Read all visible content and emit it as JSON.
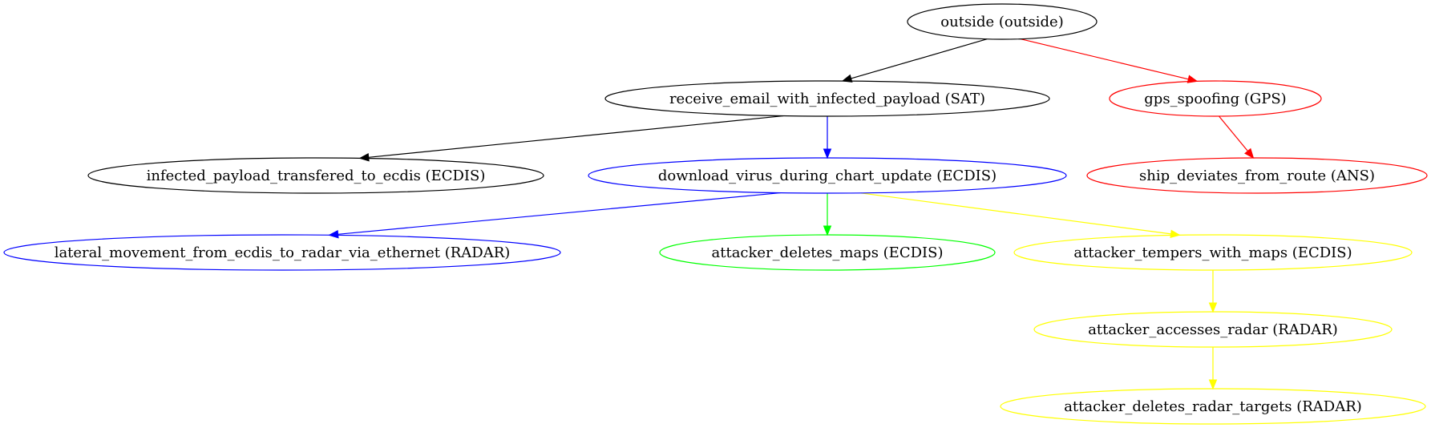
{
  "colors": {
    "black": "#000000",
    "red": "#ff0000",
    "blue": "#0000ff",
    "green": "#00ff00",
    "yellow": "#ffff00"
  },
  "nodes": [
    {
      "id": "outside",
      "label": "outside (outside)",
      "color": "black"
    },
    {
      "id": "receive_email",
      "label": "receive_email_with_infected_payload (SAT)",
      "color": "black"
    },
    {
      "id": "gps_spoofing",
      "label": "gps_spoofing (GPS)",
      "color": "red"
    },
    {
      "id": "infected_payload",
      "label": "infected_payload_transfered_to_ecdis (ECDIS)",
      "color": "black"
    },
    {
      "id": "download_virus",
      "label": "download_virus_during_chart_update (ECDIS)",
      "color": "blue"
    },
    {
      "id": "ship_deviates",
      "label": "ship_deviates_from_route (ANS)",
      "color": "red"
    },
    {
      "id": "lateral_movement",
      "label": "lateral_movement_from_ecdis_to_radar_via_ethernet (RADAR)",
      "color": "blue"
    },
    {
      "id": "attacker_deletes_maps",
      "label": "attacker_deletes_maps (ECDIS)",
      "color": "green"
    },
    {
      "id": "attacker_tempers_maps",
      "label": "attacker_tempers_with_maps (ECDIS)",
      "color": "yellow"
    },
    {
      "id": "attacker_accesses_radar",
      "label": "attacker_accesses_radar (RADAR)",
      "color": "yellow"
    },
    {
      "id": "attacker_deletes_radar_targets",
      "label": "attacker_deletes_radar_targets (RADAR)",
      "color": "yellow"
    }
  ],
  "edges": [
    {
      "from": "outside",
      "to": "receive_email",
      "color": "black"
    },
    {
      "from": "outside",
      "to": "gps_spoofing",
      "color": "red"
    },
    {
      "from": "receive_email",
      "to": "infected_payload",
      "color": "black"
    },
    {
      "from": "receive_email",
      "to": "download_virus",
      "color": "blue"
    },
    {
      "from": "gps_spoofing",
      "to": "ship_deviates",
      "color": "red"
    },
    {
      "from": "download_virus",
      "to": "lateral_movement",
      "color": "blue"
    },
    {
      "from": "download_virus",
      "to": "attacker_deletes_maps",
      "color": "green"
    },
    {
      "from": "download_virus",
      "to": "attacker_tempers_maps",
      "color": "yellow"
    },
    {
      "from": "attacker_tempers_maps",
      "to": "attacker_accesses_radar",
      "color": "yellow"
    },
    {
      "from": "attacker_accesses_radar",
      "to": "attacker_deletes_radar_targets",
      "color": "yellow"
    }
  ]
}
